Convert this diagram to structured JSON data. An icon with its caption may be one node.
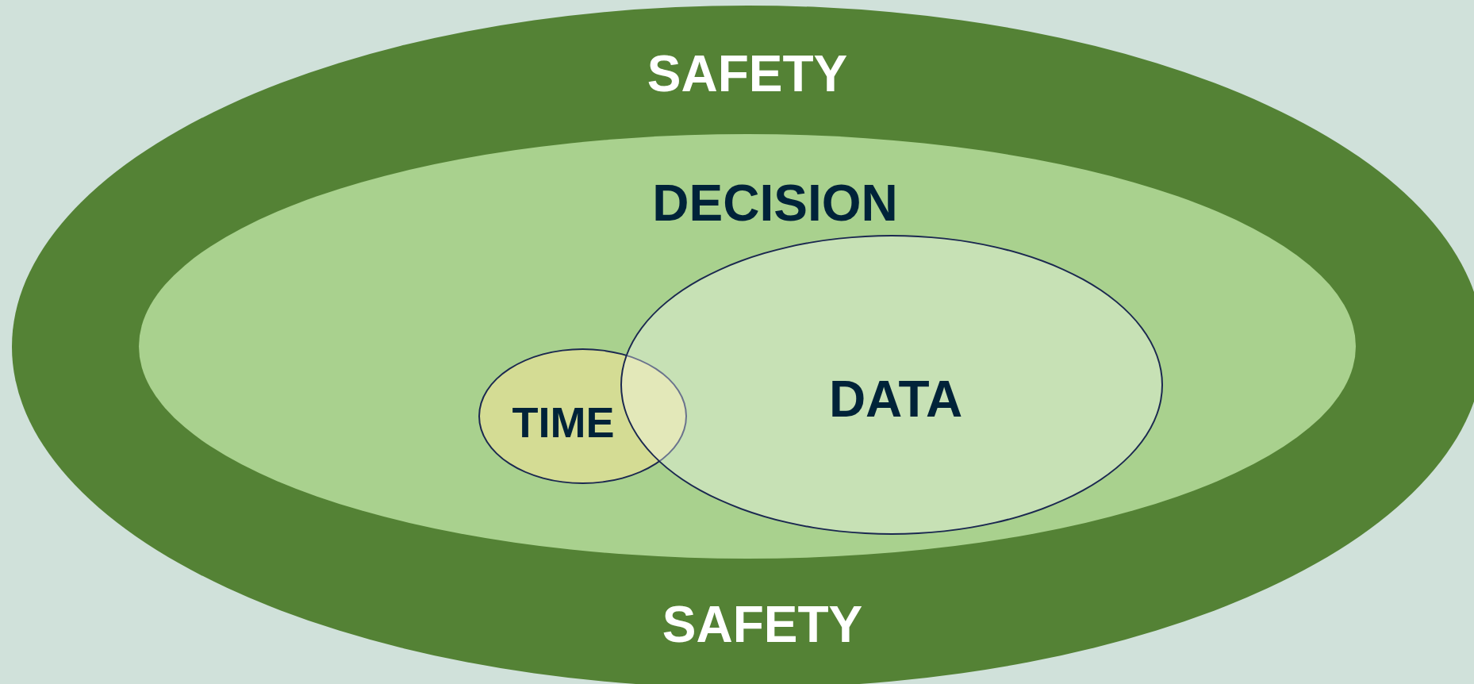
{
  "diagram": {
    "nodes": [
      {
        "text": [
          "SAFETY",
          "SAFETY"
        ]
      },
      {
        "text": [
          "DECISION"
        ],
        "in": 0
      },
      {
        "text": [
          "TIME"
        ],
        "in": 1
      },
      {
        "text": [
          "DATA"
        ],
        "in": 1
      }
    ]
  }
}
